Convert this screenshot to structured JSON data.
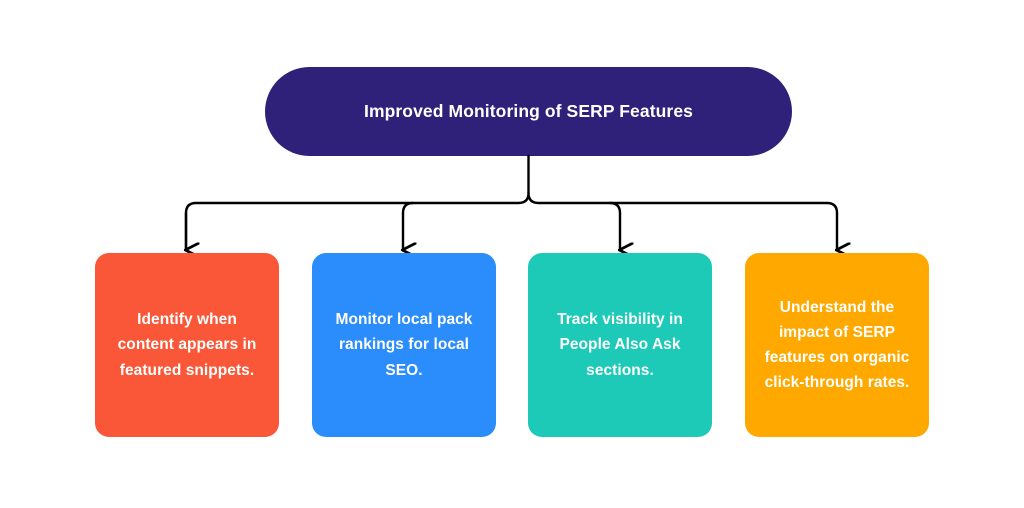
{
  "diagram": {
    "type": "tree-hierarchy",
    "background_color": "#FFFFFF",
    "connector_color": "#000000",
    "root": {
      "label": "Improved Monitoring of SERP Features",
      "background_color": "#2F2179",
      "text_color": "#FFFFFF",
      "shape": "pill"
    },
    "children": [
      {
        "label": "Identify when content appears in featured snippets.",
        "background_color": "#F95738",
        "text_color": "#FFFFFF",
        "shape": "rounded-square"
      },
      {
        "label": "Monitor local pack rankings for local SEO.",
        "background_color": "#2B8CFB",
        "text_color": "#FFFFFF",
        "shape": "rounded-square"
      },
      {
        "label": "Track visibility in People Also Ask sections.",
        "background_color": "#1DC9B7",
        "text_color": "#FFFFFF",
        "shape": "rounded-square"
      },
      {
        "label": "Understand the impact of SERP features on organic click-through rates.",
        "background_color": "#FFA800",
        "text_color": "#FFFFFF",
        "shape": "rounded-square"
      }
    ]
  }
}
